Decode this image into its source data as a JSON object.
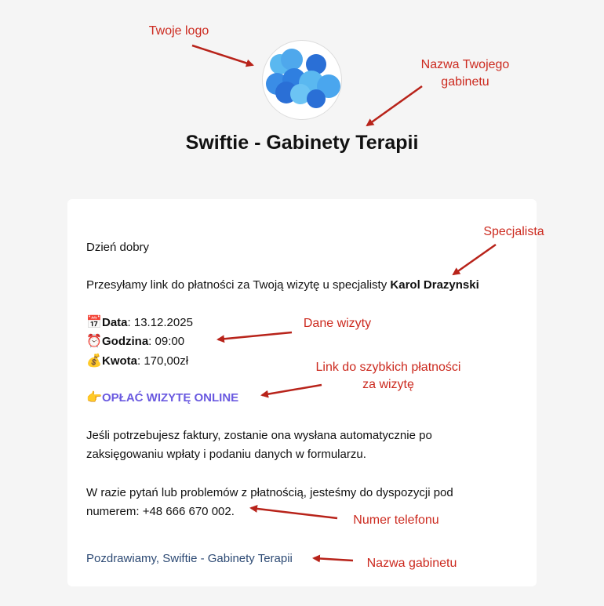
{
  "header": {
    "clinic_name": "Swiftie - Gabinety Terapii"
  },
  "email": {
    "greeting": "Dzień dobry",
    "intro_text": "Przesyłamy link do płatności za Twoją wizytę u specjalisty ",
    "specialist_name": "Karol Drazynski",
    "details": [
      {
        "icon": "calendar-icon",
        "emoji": "📅",
        "label": "Data",
        "value": ": 13.12.2025"
      },
      {
        "icon": "alarm-clock-icon",
        "emoji": "⏰",
        "label": "Godzina",
        "value": ": 09:00"
      },
      {
        "icon": "money-bag-icon",
        "emoji": "💰",
        "label": "Kwota",
        "value": ": 170,00zł"
      }
    ],
    "pay_emoji": "👉",
    "pay_link_label": "OPŁAĆ WIZYTĘ ONLINE",
    "invoice_line1": "Jeśli potrzebujesz faktury, zostanie ona wysłana automatycznie po",
    "invoice_line2": "zaksięgowaniu wpłaty i podaniu danych w formularzu.",
    "contact_line1": "W razie pytań lub problemów z płatnością, jesteśmy do dyspozycji pod",
    "contact_line2": "numerem: +48 666 670 002.",
    "regards": "Pozdrawiamy, Swiftie - Gabinety Terapii"
  },
  "annotations": {
    "logo": "Twoje logo",
    "clinic_name_line1": "Nazwa Twojego",
    "clinic_name_line2": "gabinetu",
    "specialist": "Specjalista",
    "visit_details": "Dane wizyty",
    "pay_link_line1": "Link do szybkich płatności",
    "pay_link_line2": "za wizytę",
    "phone": "Numer telefonu",
    "clinic_footer": "Nazwa gabinetu"
  },
  "colors": {
    "annotation": "#cc2a1f",
    "pay_link": "#6a5ae0",
    "regards": "#2d4a74",
    "logo_blue_dark": "#2a6fd6",
    "logo_blue_light": "#5ab8f0"
  }
}
